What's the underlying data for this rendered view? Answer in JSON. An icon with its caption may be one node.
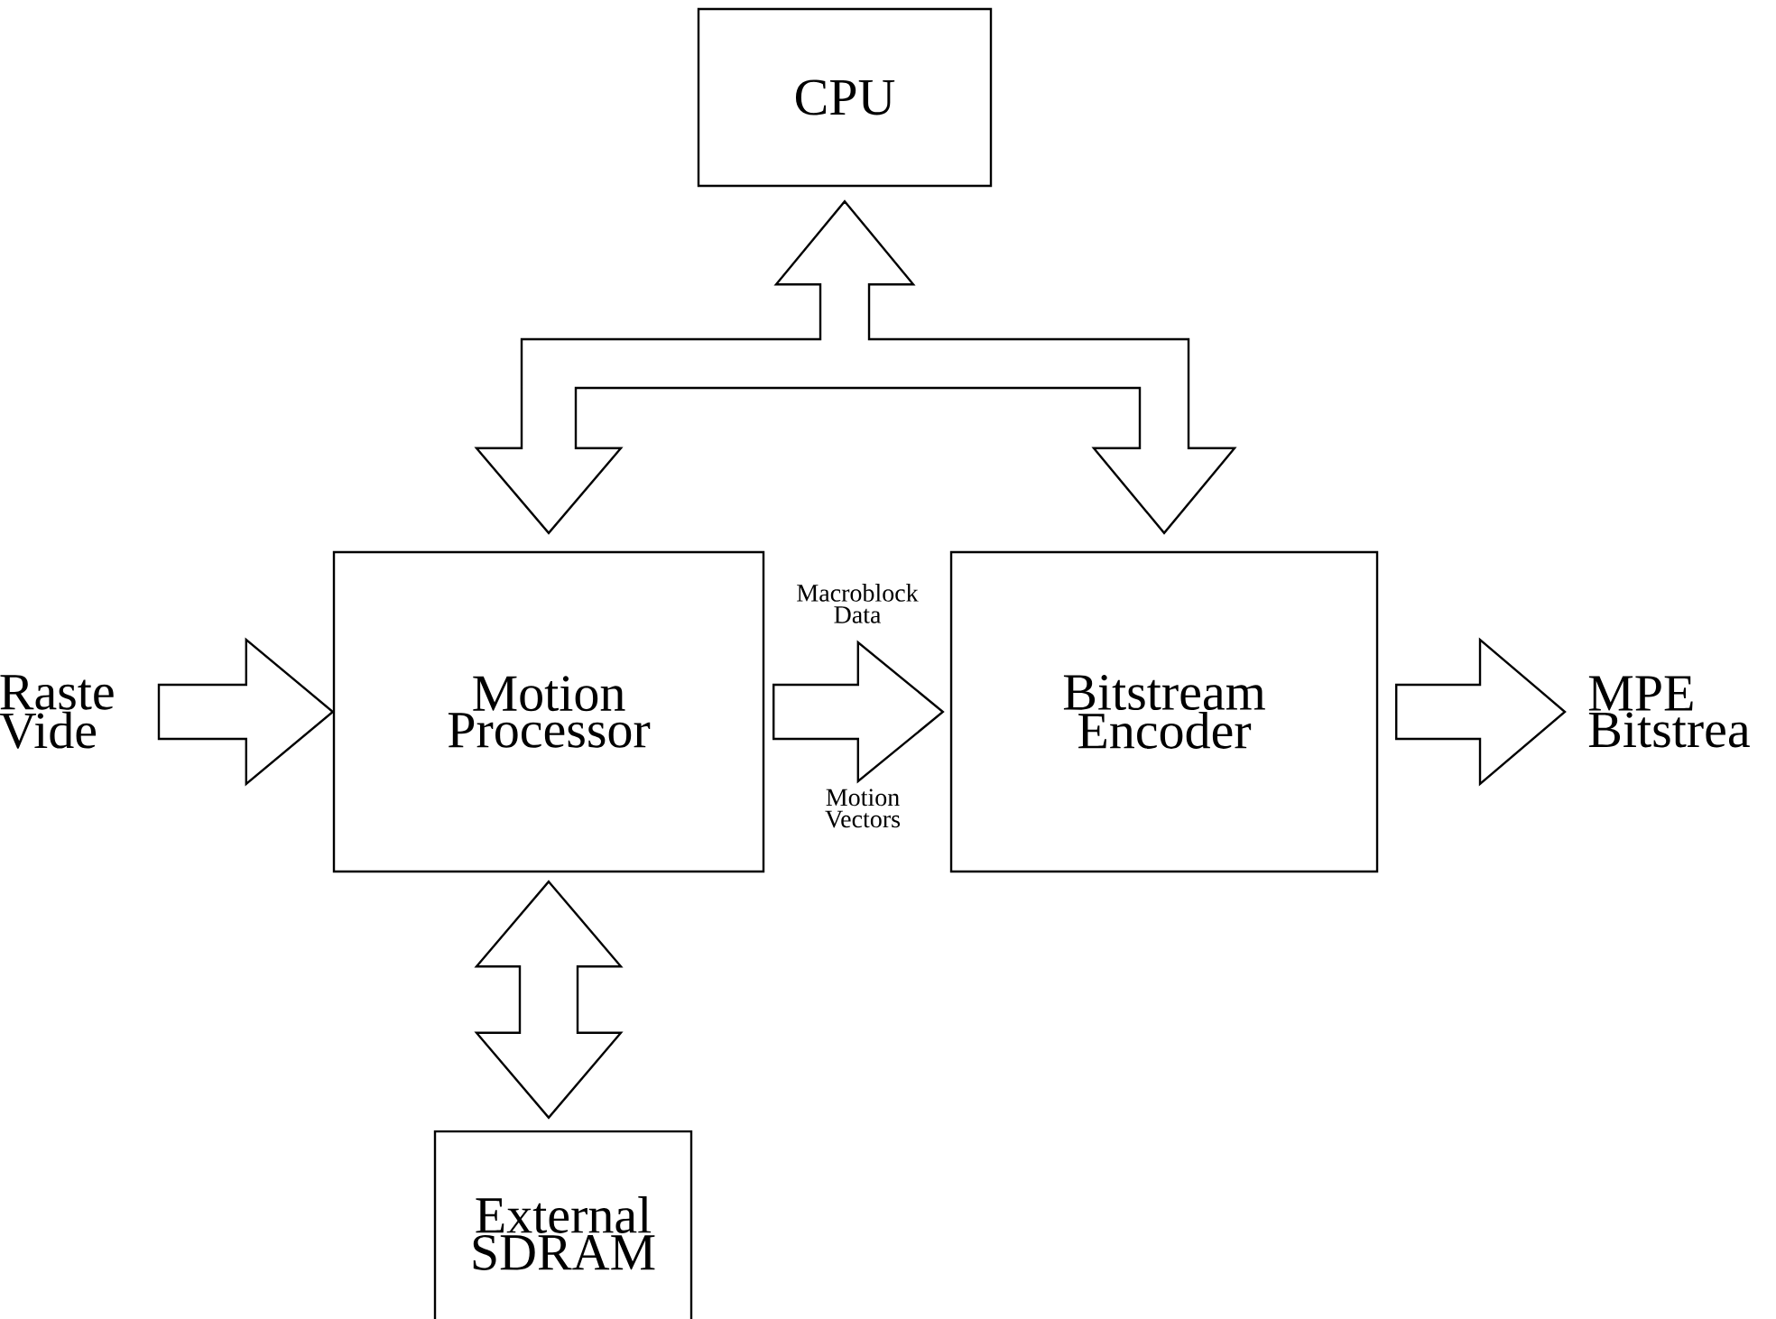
{
  "diagram": {
    "nodes": [
      {
        "text": [
          "CPU"
        ]
      },
      {
        "text": [
          "Motion Processor"
        ]
      },
      {
        "text": [
          "Bitstream Encoder"
        ]
      },
      {
        "text": [
          "External SDRAM"
        ]
      },
      {
        "text": [
          "Raste Vide"
        ]
      },
      {
        "text": [
          "MPE Bitstrea"
        ]
      }
    ],
    "edges": [
      {
        "from": 0,
        "to": 1,
        "arrow": "both"
      },
      {
        "from": 0,
        "to": 2,
        "arrow": "both"
      },
      {
        "from": 4,
        "to": 1,
        "arrow": "to"
      },
      {
        "from": 1,
        "to": 2,
        "arrow": "to",
        "label": "Macroblock Data"
      },
      {
        "from": 1,
        "to": 3,
        "arrow": "both"
      },
      {
        "from": 2,
        "to": 5,
        "arrow": "to"
      }
    ],
    "labels": [
      "Motion Vectors"
    ]
  }
}
